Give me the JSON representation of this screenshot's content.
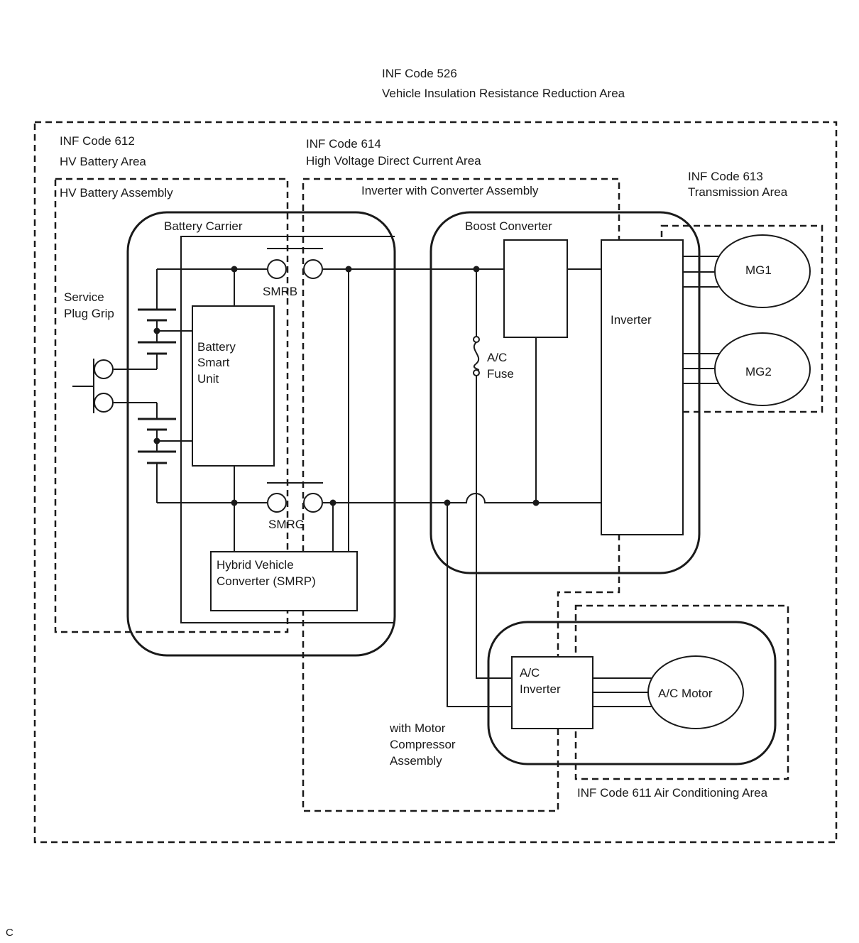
{
  "areas": {
    "inf526": {
      "code": "INF Code 526",
      "name": "Vehicle Insulation Resistance Reduction Area"
    },
    "inf612": {
      "code": "INF Code 612",
      "name": "HV Battery Area"
    },
    "inf614": {
      "code": "INF Code 614",
      "name": "High Voltage Direct Current Area"
    },
    "inf613": {
      "code": "INF Code 613",
      "name": "Transmission Area"
    },
    "inf611": {
      "label": "INF Code 611 Air Conditioning Area"
    }
  },
  "assemblies": {
    "hv_battery": "HV Battery Assembly",
    "inverter_converter": "Inverter with Converter Assembly",
    "motor_compressor": [
      "with Motor",
      "Compressor",
      "Assembly"
    ]
  },
  "components": {
    "battery_carrier": "Battery Carrier",
    "service_plug": [
      "Service",
      "Plug Grip"
    ],
    "battery_smart_unit": [
      "Battery",
      "Smart",
      "Unit"
    ],
    "smrb": "SMRB",
    "smrg": "SMRG",
    "hv_converter": [
      "Hybrid Vehicle",
      "Converter (SMRP)"
    ],
    "boost_converter": "Boost Converter",
    "ac_fuse": [
      "A/C",
      "Fuse"
    ],
    "inverter": "Inverter",
    "mg1": "MG1",
    "mg2": "MG2",
    "ac_inverter": [
      "A/C",
      "Inverter"
    ],
    "ac_motor": "A/C Motor"
  },
  "footer": {
    "mark": "C"
  }
}
